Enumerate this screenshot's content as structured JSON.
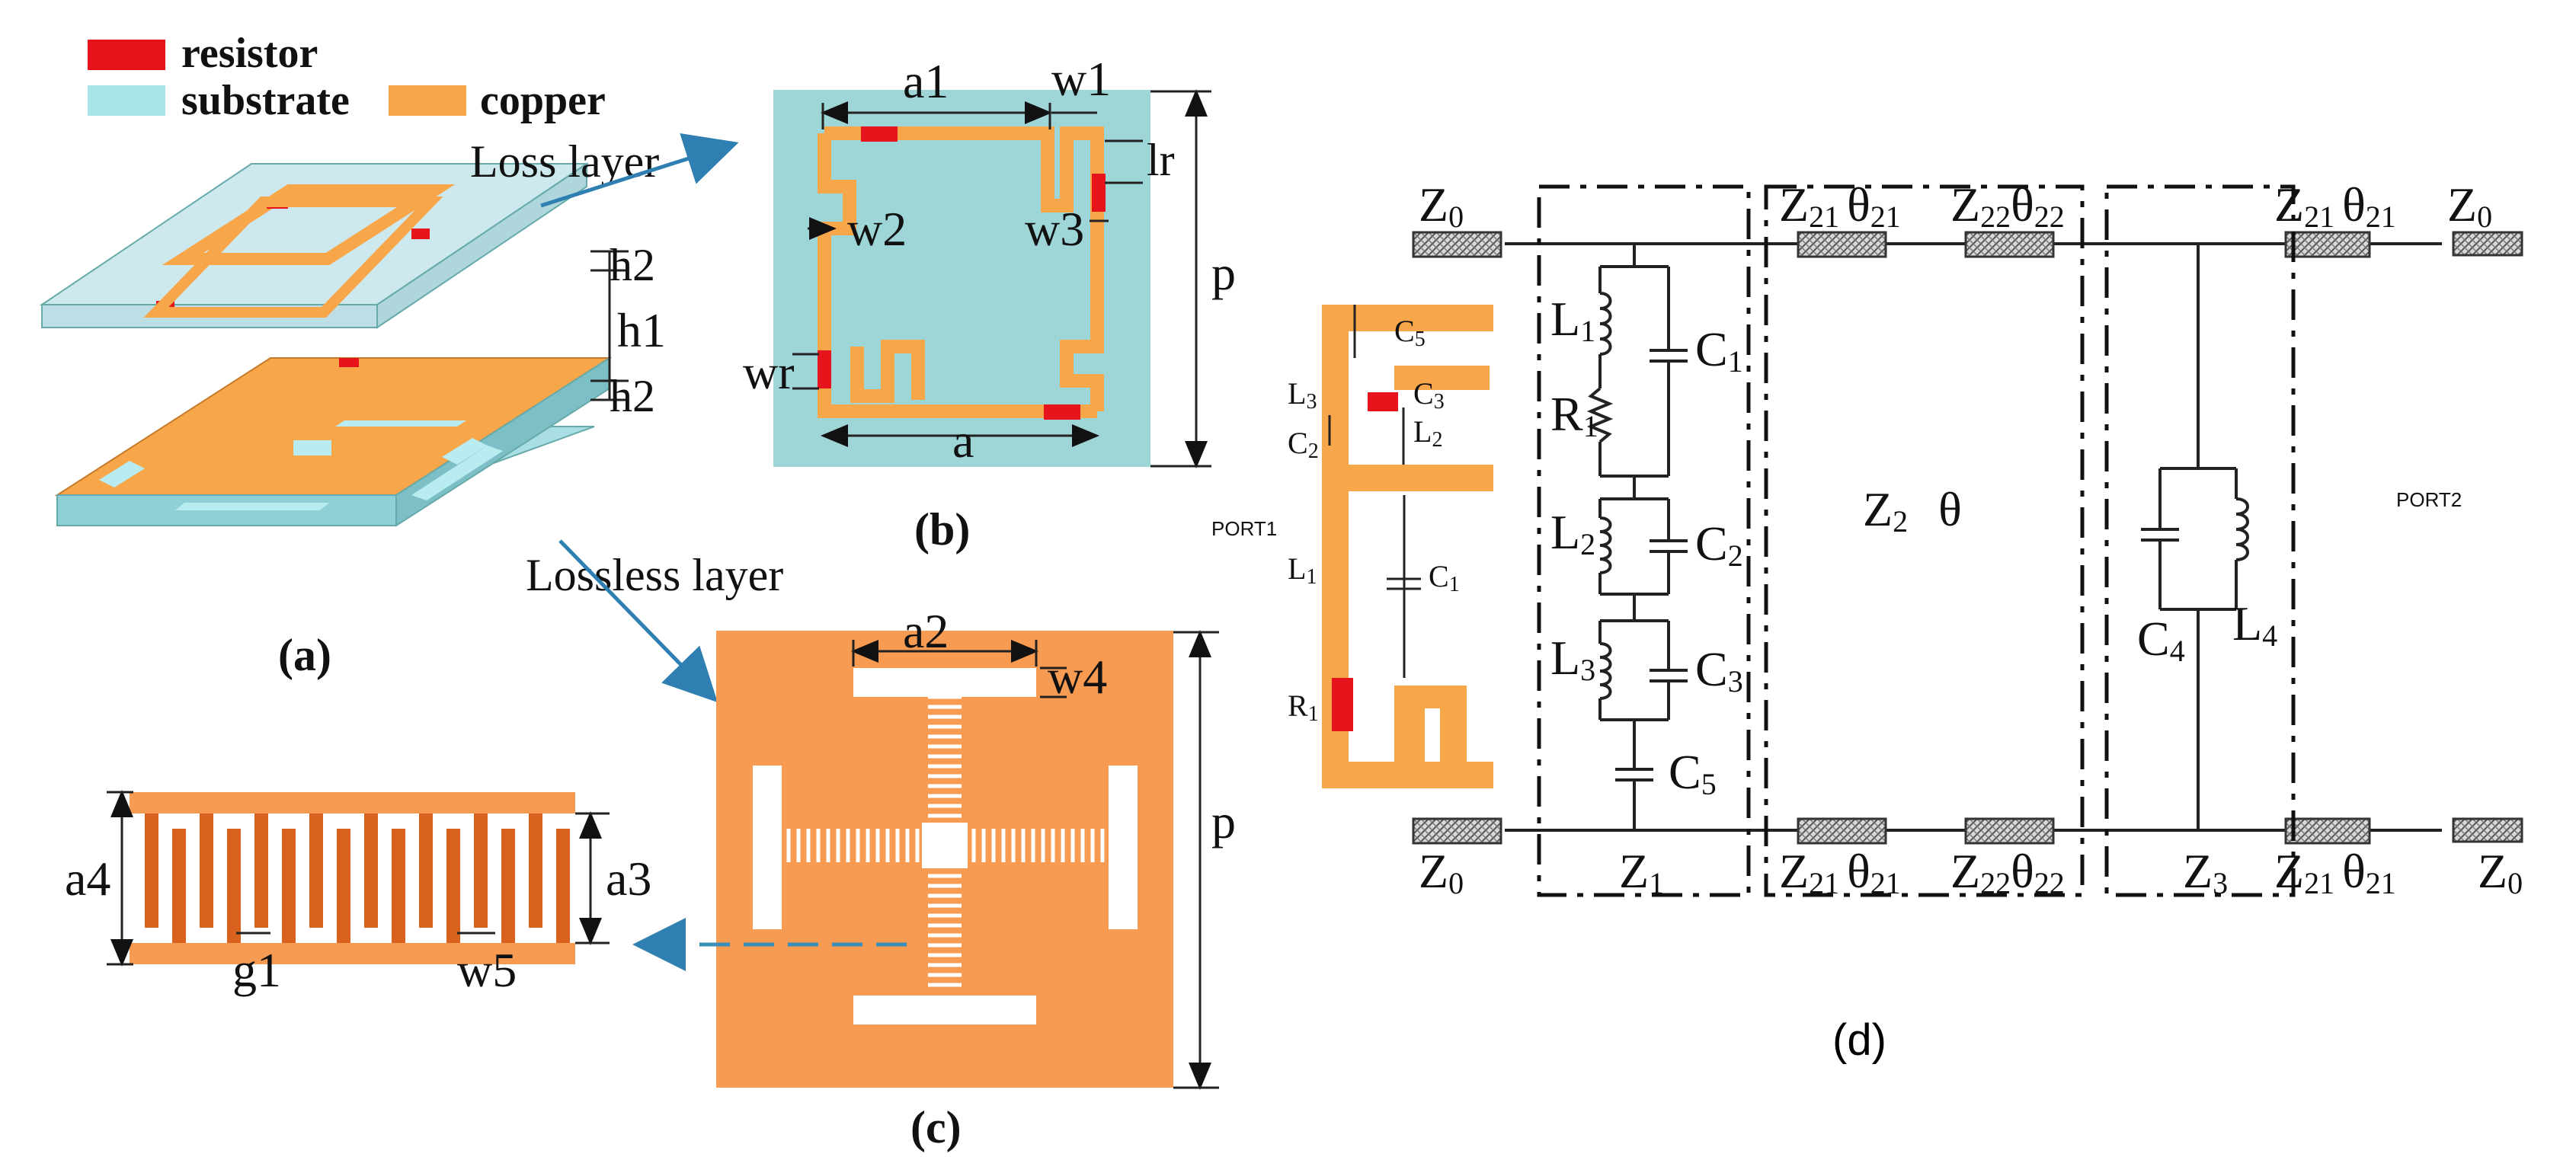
{
  "legend": {
    "items": [
      {
        "label": "resistor",
        "color": "#e8141c"
      },
      {
        "label": "substrate",
        "color": "#a9e4ea"
      },
      {
        "label": "copper",
        "color": "#f7a64a"
      }
    ]
  },
  "panel_a": {
    "caption": "(a)",
    "loss_layer": "Loss layer",
    "lossless_layer": "Lossless layer",
    "h2_top": "h2",
    "h1": "h1",
    "h2_bottom": "h2"
  },
  "panel_b": {
    "caption": "(b)",
    "a1": "a1",
    "w1": "w1",
    "lr": "lr",
    "w2": "w2",
    "w3": "w3",
    "p": "p",
    "wr": "wr",
    "a": "a"
  },
  "panel_c": {
    "caption": "(c)",
    "a2": "a2",
    "w4": "w4",
    "p": "p",
    "a4": "a4",
    "a3": "a3",
    "g1": "g1",
    "w5": "w5"
  },
  "panel_d": {
    "caption": "(d)",
    "port1": "PORT1",
    "port2": "PORT2",
    "z0": "Z",
    "z0_sub": "0",
    "z1": "Z",
    "z1_sub": "1",
    "z2": "Z",
    "z2_sub": "2",
    "theta": "θ",
    "z3": "Z",
    "z3_sub": "3",
    "z21": "Z",
    "z21_sub": "21",
    "theta21": "θ",
    "theta21_sub": "21",
    "z22": "Z",
    "z22_sub": "22",
    "theta22": "θ",
    "theta22_sub": "22",
    "L1": "L",
    "L1_sub": "1",
    "R1": "R",
    "R1_sub": "1",
    "C1": "C",
    "C1_sub": "1",
    "L2": "L",
    "L2_sub": "2",
    "C2": "C",
    "C2_sub": "2",
    "L3": "L",
    "L3_sub": "3",
    "C3": "C",
    "C3_sub": "3",
    "C5": "C",
    "C5_sub": "5",
    "C4": "C",
    "C4_sub": "4",
    "L4": "L",
    "L4_sub": "4"
  }
}
